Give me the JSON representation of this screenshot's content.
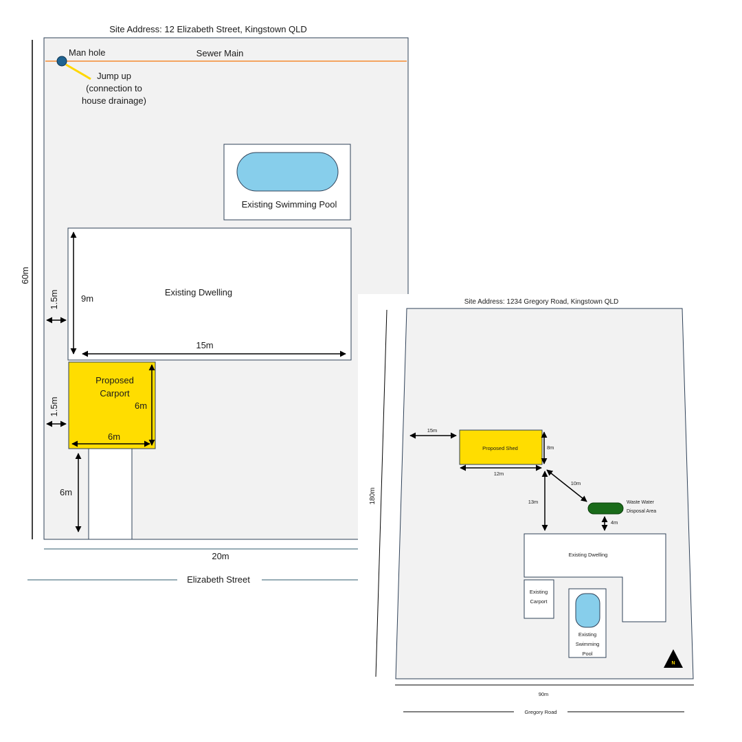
{
  "plan1": {
    "title": "Site Address: 12 Elizabeth Street, Kingstown QLD",
    "manhole": "Man hole",
    "sewer_main": "Sewer Main",
    "jump_up": [
      "Jump up",
      "(connection to",
      "house drainage)"
    ],
    "pool": "Existing Swimming Pool",
    "dwelling": "Existing Dwelling",
    "carport": [
      "Proposed",
      "Carport"
    ],
    "dims": {
      "depth": "60m",
      "frontage": "20m",
      "setback_dwelling": "1.5m",
      "dwelling_depth": "9m",
      "dwelling_width": "15m",
      "setback_carport": "1.5m",
      "carport_depth": "6m",
      "carport_width": "6m",
      "driveway": "6m"
    },
    "street": "Elizabeth Street"
  },
  "plan2": {
    "title": "Site Address: 1234 Gregory Road, Kingstown QLD",
    "shed": "Proposed  Shed",
    "wastewater": [
      "Waste Water",
      "Disposal Area"
    ],
    "dwelling": "Existing Dwelling",
    "carport": [
      "Existing",
      "Carport"
    ],
    "pool": [
      "Existing",
      "Swimming",
      "Pool"
    ],
    "north": "N",
    "dims": {
      "shed_setback": "15m",
      "shed_depth": "8m",
      "shed_width": "12m",
      "shed_to_wastewater": "10m",
      "shed_to_dwelling": "13m",
      "wastewater_to_dwelling": "4m",
      "depth": "180m",
      "frontage": "90m"
    },
    "road": "Gregory Road"
  },
  "colors": {
    "site_fill": "#f2f2f2",
    "proposed": "#ffdd00",
    "pool": "#87ceeb",
    "sewer": "#f4a460",
    "manhole": "#1f6391",
    "jump_up": "#ffd700",
    "wastewater": "#1a6b1a",
    "street_line": "#2e5a6b"
  }
}
